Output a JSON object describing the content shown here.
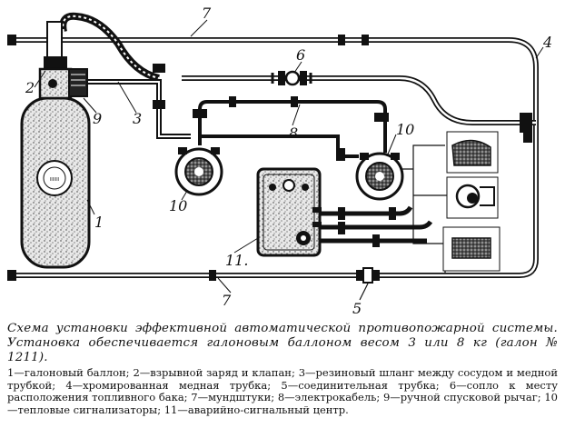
{
  "labels": {
    "n1": "1",
    "n2": "2",
    "n3": "3",
    "n4": "4",
    "n5": "5",
    "n6": "6",
    "n7_top": "7",
    "n7_bottom": "7",
    "n8": "8",
    "n9": "9",
    "n10_left": "10",
    "n10_right": "10",
    "n11": "11."
  },
  "caption": "Схема установки эффективной автоматической противопожарной системы. Установка обеспечивается галоновым баллоном весом 3 или 8 кг (галон № 1211).",
  "legend": "1—галоновый баллон; 2—взрывной заряд и клапан; 3—резиновый шланг между сосудом и медной трубкой; 4—хромированная медная трубка; 5—соединительная трубка; 6—сопло к месту расположения топливного бака; 7—мундштуки; 8—электрокабель; 9—ручной спусковой рычаг; 10—тепловые сигнализаторы; 11—аварийно-сигнальный центр."
}
